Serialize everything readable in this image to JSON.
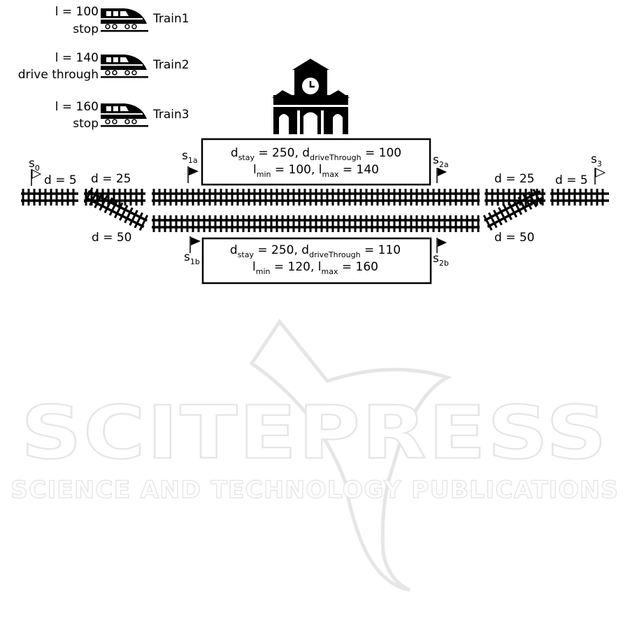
{
  "trains": [
    {
      "name": "Train1",
      "length_label": "l = 100",
      "mode": "stop"
    },
    {
      "name": "Train2",
      "length_label": "l = 140",
      "mode": "drive through"
    },
    {
      "name": "Train3",
      "length_label": "l = 160",
      "mode": "stop"
    }
  ],
  "platform_a": {
    "line1": {
      "p1": "d",
      "s1": "stay",
      "p2": " = 250, d",
      "s2": "driveThrough",
      "p3": " = 100"
    },
    "line2": {
      "p1": "l",
      "s1": "min",
      "p2": " = 100, l",
      "s2": "max",
      "p3": " = 140"
    }
  },
  "platform_b": {
    "line1": {
      "p1": "d",
      "s1": "stay",
      "p2": " = 250, d",
      "s2": "driveThrough",
      "p3": " = 110"
    },
    "line2": {
      "p1": "l",
      "s1": "min",
      "p2": " = 120, l",
      "s2": "max",
      "p3": " = 160"
    }
  },
  "signals": {
    "s0": {
      "base": "s",
      "sub": "0"
    },
    "s1a": {
      "base": "s",
      "sub": "1a"
    },
    "s1b": {
      "base": "s",
      "sub": "1b"
    },
    "s2a": {
      "base": "s",
      "sub": "2a"
    },
    "s2b": {
      "base": "s",
      "sub": "2b"
    },
    "s3": {
      "base": "s",
      "sub": "3"
    }
  },
  "track_labels": {
    "left_end": "d = 5",
    "left_switch_top": "d = 25",
    "left_switch_bottom": "d = 50",
    "right_switch_top": "d = 25",
    "right_switch_bottom": "d = 50",
    "right_end": "d = 5"
  },
  "watermark": {
    "big": "SCITEPRESS",
    "small": "SCIENCE AND TECHNOLOGY PUBLICATIONS"
  }
}
